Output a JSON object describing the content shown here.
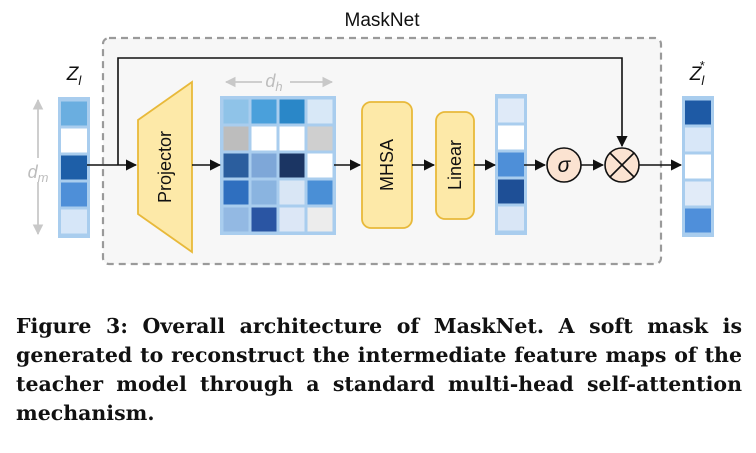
{
  "figure": {
    "module_title": "MaskNet",
    "input_label": "Z_l",
    "output_label": "Z_l^*",
    "dim_m_label": "d_m",
    "dim_h_label": "d_h",
    "blocks": {
      "projector": "Projector",
      "mhsa": "MHSA",
      "linear": "Linear"
    },
    "ops": {
      "sigma": "σ",
      "multiply": "⊗"
    },
    "colors": {
      "block_fill": "#fde9a8",
      "block_stroke": "#e8b93a",
      "op_fill": "#fbe3d1",
      "frame_stroke": "#9a9a9a",
      "frame_fill": "#f7f7f7"
    },
    "input_vector": [
      "#6aaee0",
      "#ffffff",
      "#1e5fa8",
      "#4e8fd8",
      "#d6e6f8"
    ],
    "matrix": [
      [
        "#8fc3e8",
        "#4aa0db",
        "#2a87c8",
        "#d8e8f7"
      ],
      [
        "#bdbdbd",
        "#ffffff",
        "#ffffff",
        "#cfcfcf"
      ],
      [
        "#2b5e9e",
        "#7ea7d8",
        "#1b3563",
        "#ffffff"
      ],
      [
        "#2f6fbf",
        "#8ab4e0",
        "#d9e6f5",
        "#4a8fd6"
      ],
      [
        "#93b9e3",
        "#2a55a3",
        "#dce7f6",
        "#ececec"
      ]
    ],
    "mask_vector": [
      "#dfeaf8",
      "#ffffff",
      "#4e8fd8",
      "#1e4f96",
      "#d9e6f6"
    ],
    "output_vector": [
      "#1e5aa5",
      "#d8e7f8",
      "#ffffff",
      "#e1ebf8",
      "#4f8fda"
    ]
  },
  "caption": "Figure 3: Overall architecture of MaskNet. A soft mask is generated to reconstruct the intermediate feature maps of the teacher model through a standard multi-head self-attention mechanism."
}
